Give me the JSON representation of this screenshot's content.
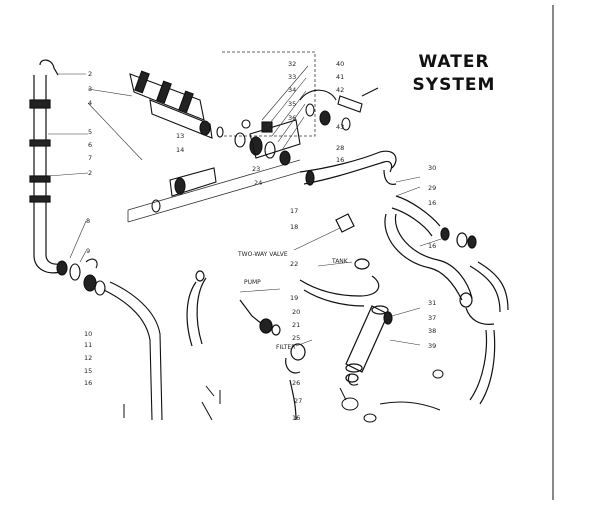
{
  "title": {
    "line1": "WATER",
    "line2": "SYSTEM"
  },
  "labels": {
    "two_way_valve": "TWO-WAY VALVE",
    "tank": "TANK",
    "pump": "PUMP",
    "filter": "FILTER"
  },
  "callouts": [
    "2",
    "3",
    "4",
    "5",
    "6",
    "7",
    "2",
    "8",
    "9",
    "10",
    "11",
    "12",
    "13",
    "14",
    "15",
    "16",
    "17",
    "18",
    "19",
    "20",
    "21",
    "22",
    "23",
    "24",
    "25",
    "26",
    "27",
    "28",
    "29",
    "30",
    "31",
    "32",
    "33",
    "34",
    "35",
    "36",
    "37",
    "38",
    "39",
    "40",
    "41",
    "42",
    "43",
    "16",
    "16",
    "16",
    "16"
  ]
}
